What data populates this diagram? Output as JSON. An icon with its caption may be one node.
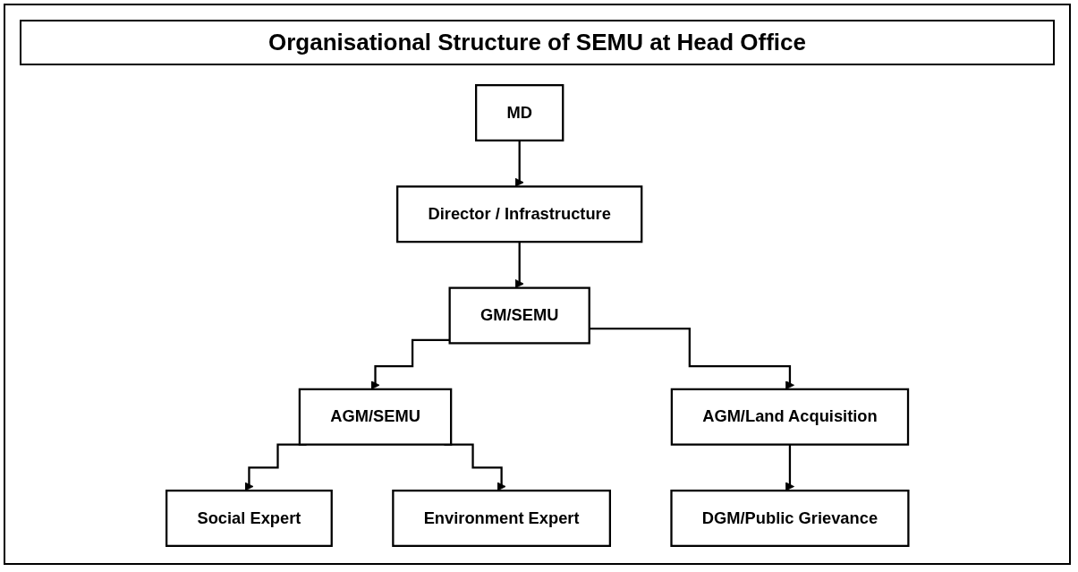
{
  "diagram": {
    "title": "Organisational Structure of SEMU at Head Office",
    "nodes": [
      {
        "text": [
          "MD"
        ]
      },
      {
        "text": [
          "Director / Infrastructure"
        ]
      },
      {
        "text": [
          "GM/SEMU"
        ]
      },
      {
        "text": [
          "AGM/SEMU"
        ]
      },
      {
        "text": [
          "AGM/Land Acquisition"
        ]
      },
      {
        "text": [
          "Social Expert"
        ]
      },
      {
        "text": [
          "Environment Expert"
        ]
      },
      {
        "text": [
          "DGM/Public Grievance"
        ]
      }
    ],
    "edges": [
      {
        "from": 0,
        "to": 1,
        "arrow": "to"
      },
      {
        "from": 1,
        "to": 2,
        "arrow": "to"
      },
      {
        "from": 2,
        "to": 3,
        "arrow": "to"
      },
      {
        "from": 2,
        "to": 4,
        "arrow": "to"
      },
      {
        "from": 3,
        "to": 5,
        "arrow": "to"
      },
      {
        "from": 3,
        "to": 6,
        "arrow": "to"
      },
      {
        "from": 4,
        "to": 7,
        "arrow": "to"
      }
    ]
  }
}
